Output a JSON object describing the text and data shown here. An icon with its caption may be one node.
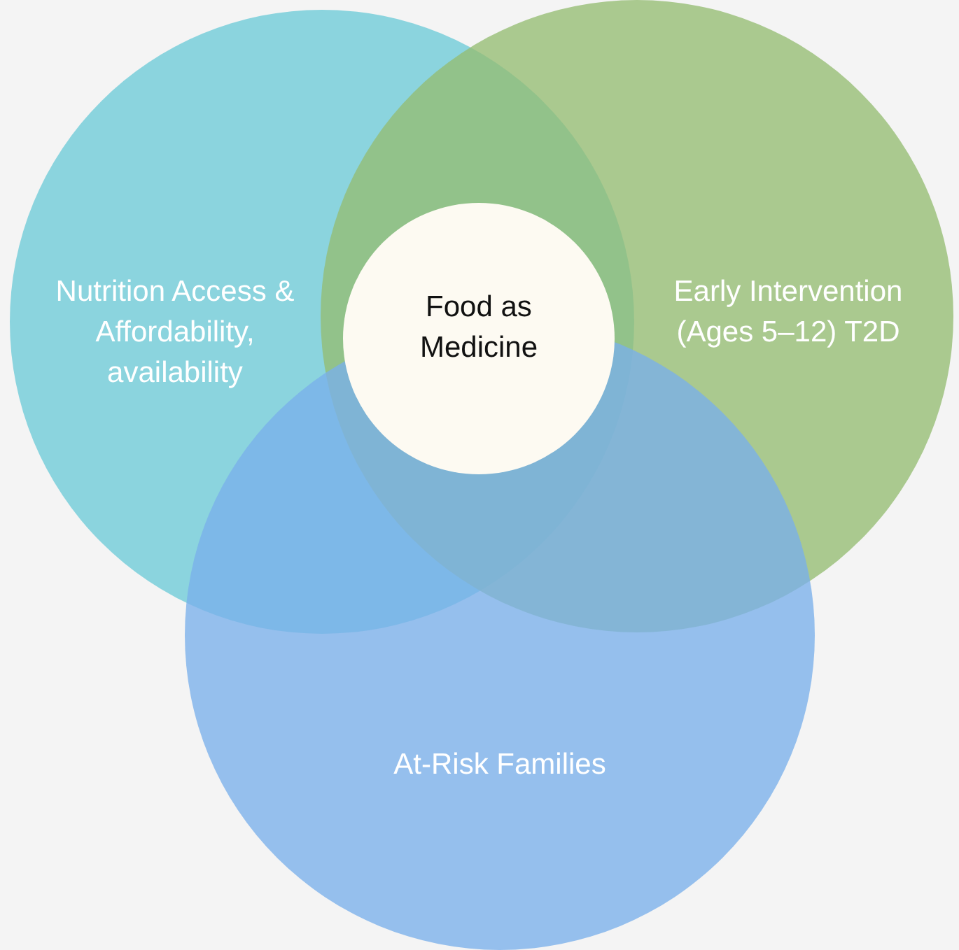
{
  "diagram": {
    "nodes": [
      {
        "text": [
          "Nutrition Access & Affordability, availability"
        ]
      },
      {
        "text": [
          "Early Intervention (Ages 5–12) T2D"
        ]
      },
      {
        "text": [
          "At-Risk Families"
        ]
      },
      {
        "text": [
          "Food as Medicine"
        ]
      }
    ]
  }
}
